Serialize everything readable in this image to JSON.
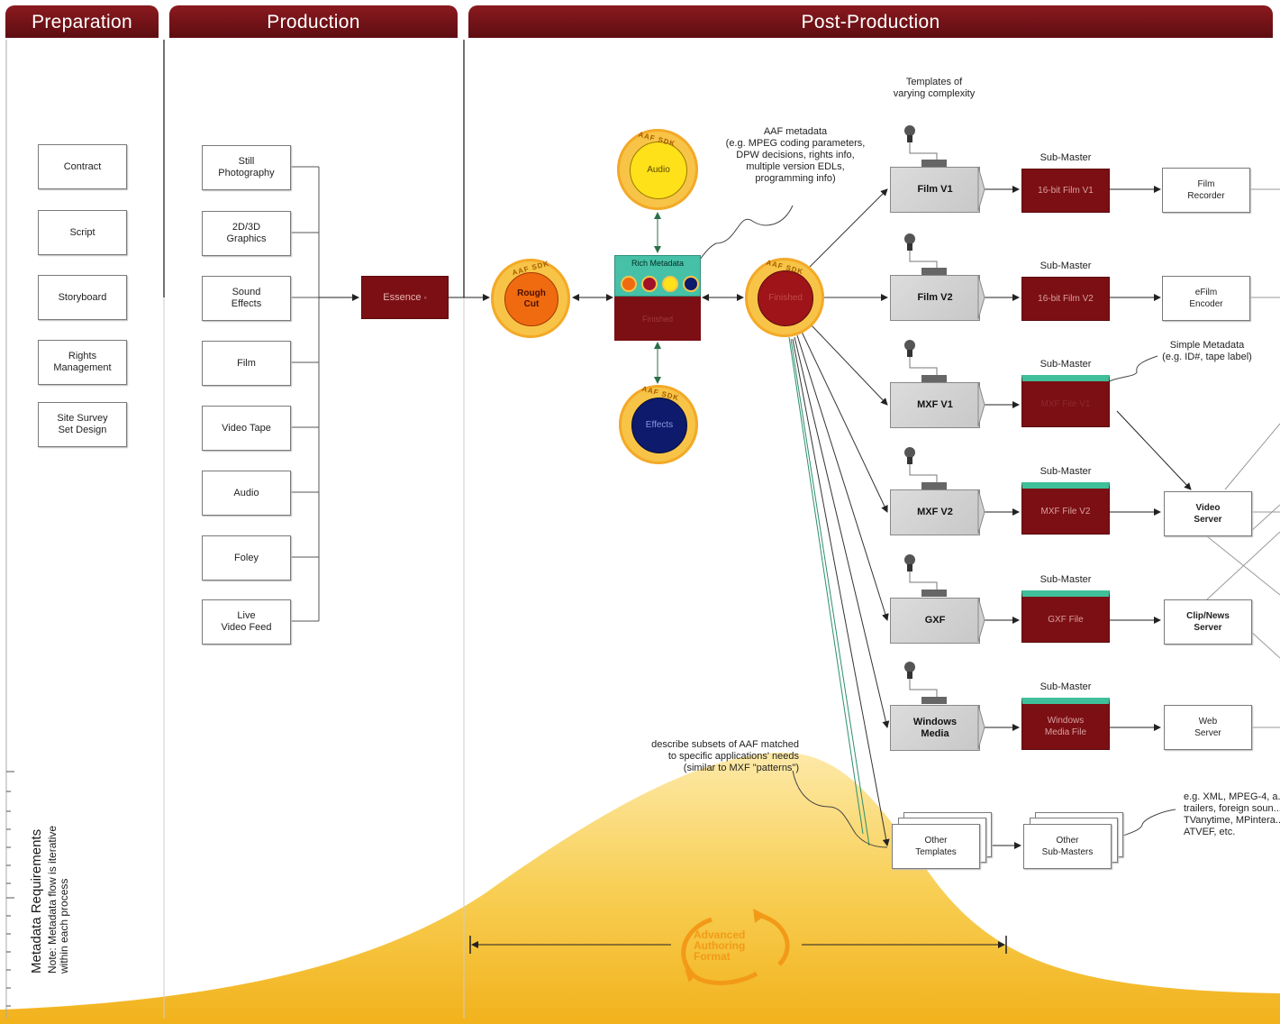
{
  "headers": {
    "preparation": "Preparation",
    "production": "Production",
    "post_production": "Post-Production"
  },
  "preparation_items": [
    "Contract",
    "Script",
    "Storyboard",
    "Rights\nManagement",
    "Site Survey\nSet Design"
  ],
  "production_items": [
    "Still\nPhotography",
    "2D/3D\nGraphics",
    "Sound\nEffects",
    "Film",
    "Video Tape",
    "Audio",
    "Foley",
    "Live\nVideo Feed"
  ],
  "essence": {
    "label": "Essence"
  },
  "sdk_label": "AAF SDK",
  "rough_cut": {
    "label": "Rough\nCut"
  },
  "audio_node": {
    "label": "Audio"
  },
  "effects_node": {
    "label": "Effects"
  },
  "rich_metadata": {
    "label": "Rich Metadata",
    "lower": "Finished"
  },
  "finished_node": {
    "label": "Finished"
  },
  "aaf_metadata_note": "AAF metadata\n(e.g. MPEG coding parameters,\nDPW decisions, rights info,\nmultiple version EDLs,\nprogramming info)",
  "templates_note": "Templates of\nvarying complexity",
  "templates": [
    "Film V1",
    "Film V2",
    "MXF V1",
    "MXF V2",
    "GXF",
    "Windows\nMedia"
  ],
  "sub_master_label": "Sub-Master",
  "sub_masters": [
    "16-bit Film V1",
    "16-bit Film V2",
    "MXF File V1",
    "MXF File V2",
    "GXF File",
    "Windows\nMedia File"
  ],
  "outputs": [
    "Film\nRecorder",
    "eFilm\nEncoder",
    "Video\nServer",
    "Clip/News\nServer",
    "Web\nServer"
  ],
  "simple_metadata_note": "Simple Metadata\n(e.g. ID#, tape label)",
  "other_templates": "Other\nTemplates",
  "other_sub_masters": "Other\nSub-Masters",
  "other_note": "e.g. XML, MPEG-4, a...\ntrailers, foreign soun...\nTVanytime, MPintera...\nATVEF, etc.",
  "subsets_note": "describe subsets of AAF matched\nto specific applications' needs\n(similar to MXF \"patterns\")",
  "aaf_logo": "Advanced\nAuthoring\nFormat",
  "side_title": "Metadata Requirements",
  "side_note": "Note: Metadata flow is iterative\nwithin each process",
  "colors": {
    "header": "#7b1419",
    "dark_red": "#7b0f14",
    "teal": "#3fbf9a",
    "gold": "#f5c23a",
    "orange": "#f39a1e"
  }
}
